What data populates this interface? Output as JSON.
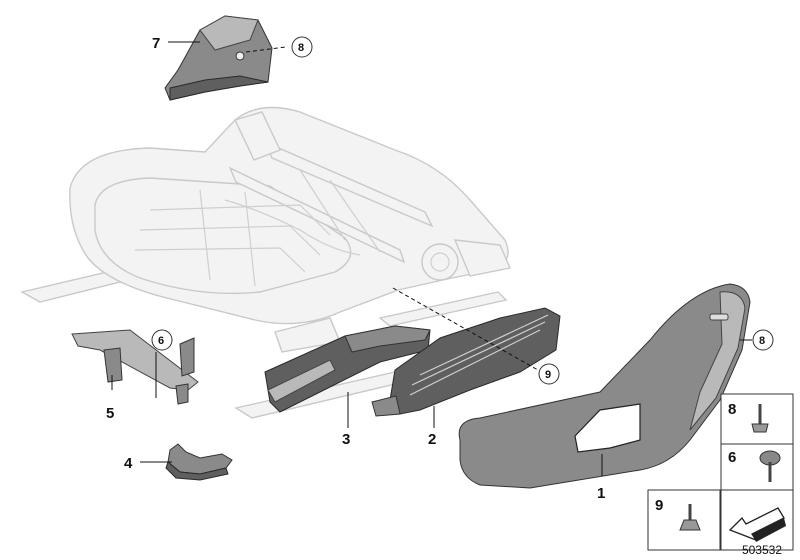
{
  "callouts": {
    "p1": "1",
    "p2": "2",
    "p3": "3",
    "p4": "4",
    "p5": "5",
    "p6_circle": "6",
    "p7": "7",
    "p8_top": "8",
    "p8_right": "8",
    "p9_circle": "9"
  },
  "legend": {
    "item8": "8",
    "item6": "6",
    "item9": "9"
  },
  "doc_id": "503532"
}
